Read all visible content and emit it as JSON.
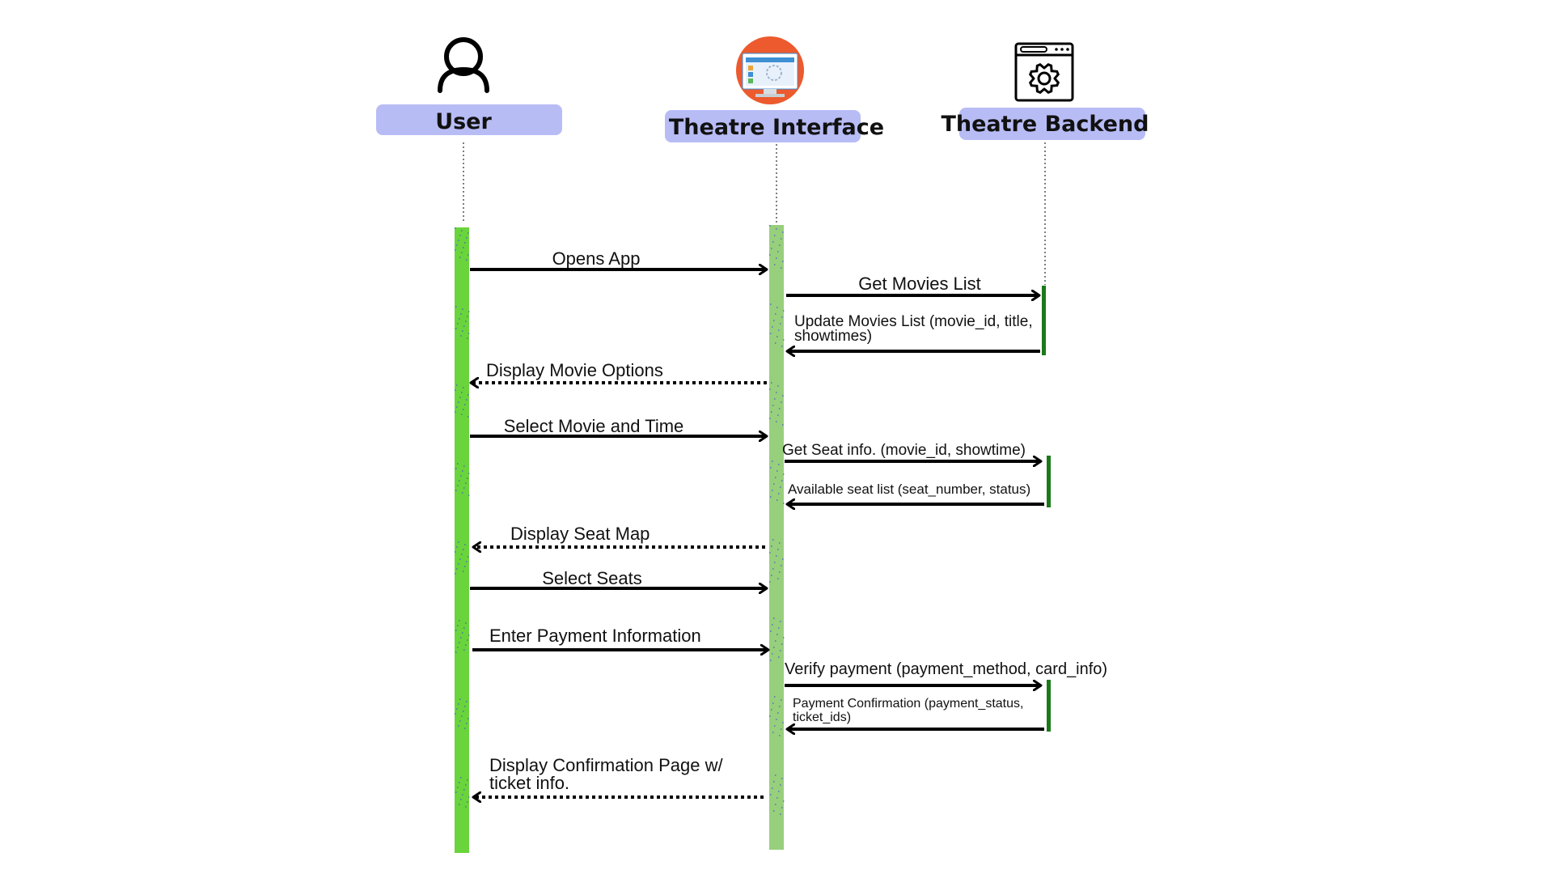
{
  "colors": {
    "label_pill": "#b8bcf5",
    "user_activation": "#6ad43c",
    "interface_activation": "#97cf7c",
    "backend_activation": "#1a7a1a",
    "arrow": "#000000",
    "interface_icon_circle": "#ec5a2e",
    "interface_icon_screen": "#3e8fd4"
  },
  "actors": [
    {
      "id": "user",
      "label": "User",
      "icon": "person-icon"
    },
    {
      "id": "interface",
      "label": "Theatre Interface",
      "icon": "monitor-app-icon"
    },
    {
      "id": "backend",
      "label": "Theatre Backend",
      "icon": "server-gear-icon"
    }
  ],
  "messages": [
    {
      "from": "user",
      "to": "interface",
      "style": "solid",
      "lines": [
        "Opens App"
      ]
    },
    {
      "from": "interface",
      "to": "backend",
      "style": "solid",
      "lines": [
        "Get Movies List"
      ]
    },
    {
      "from": "backend",
      "to": "interface",
      "style": "solid",
      "lines": [
        "Update Movies List (movie_id, title,",
        "showtimes)"
      ]
    },
    {
      "from": "interface",
      "to": "user",
      "style": "dashed",
      "lines": [
        "Display Movie Options"
      ]
    },
    {
      "from": "user",
      "to": "interface",
      "style": "solid",
      "lines": [
        "Select Movie and Time"
      ]
    },
    {
      "from": "interface",
      "to": "backend",
      "style": "solid",
      "lines": [
        "Get Seat info. (movie_id, showtime)"
      ]
    },
    {
      "from": "backend",
      "to": "interface",
      "style": "solid",
      "lines": [
        "Available seat list (seat_number, status)"
      ]
    },
    {
      "from": "interface",
      "to": "user",
      "style": "dashed",
      "lines": [
        "Display Seat Map"
      ]
    },
    {
      "from": "user",
      "to": "interface",
      "style": "solid",
      "lines": [
        "Select Seats"
      ]
    },
    {
      "from": "user",
      "to": "interface",
      "style": "solid",
      "lines": [
        "Enter Payment Information"
      ]
    },
    {
      "from": "interface",
      "to": "backend",
      "style": "solid",
      "lines": [
        "Verify payment (payment_method, card_info)"
      ]
    },
    {
      "from": "backend",
      "to": "interface",
      "style": "solid",
      "lines": [
        "Payment Confirmation (payment_status,",
        "ticket_ids)"
      ]
    },
    {
      "from": "interface",
      "to": "user",
      "style": "dashed",
      "lines": [
        "Display Confirmation Page w/",
        "ticket info."
      ]
    }
  ]
}
